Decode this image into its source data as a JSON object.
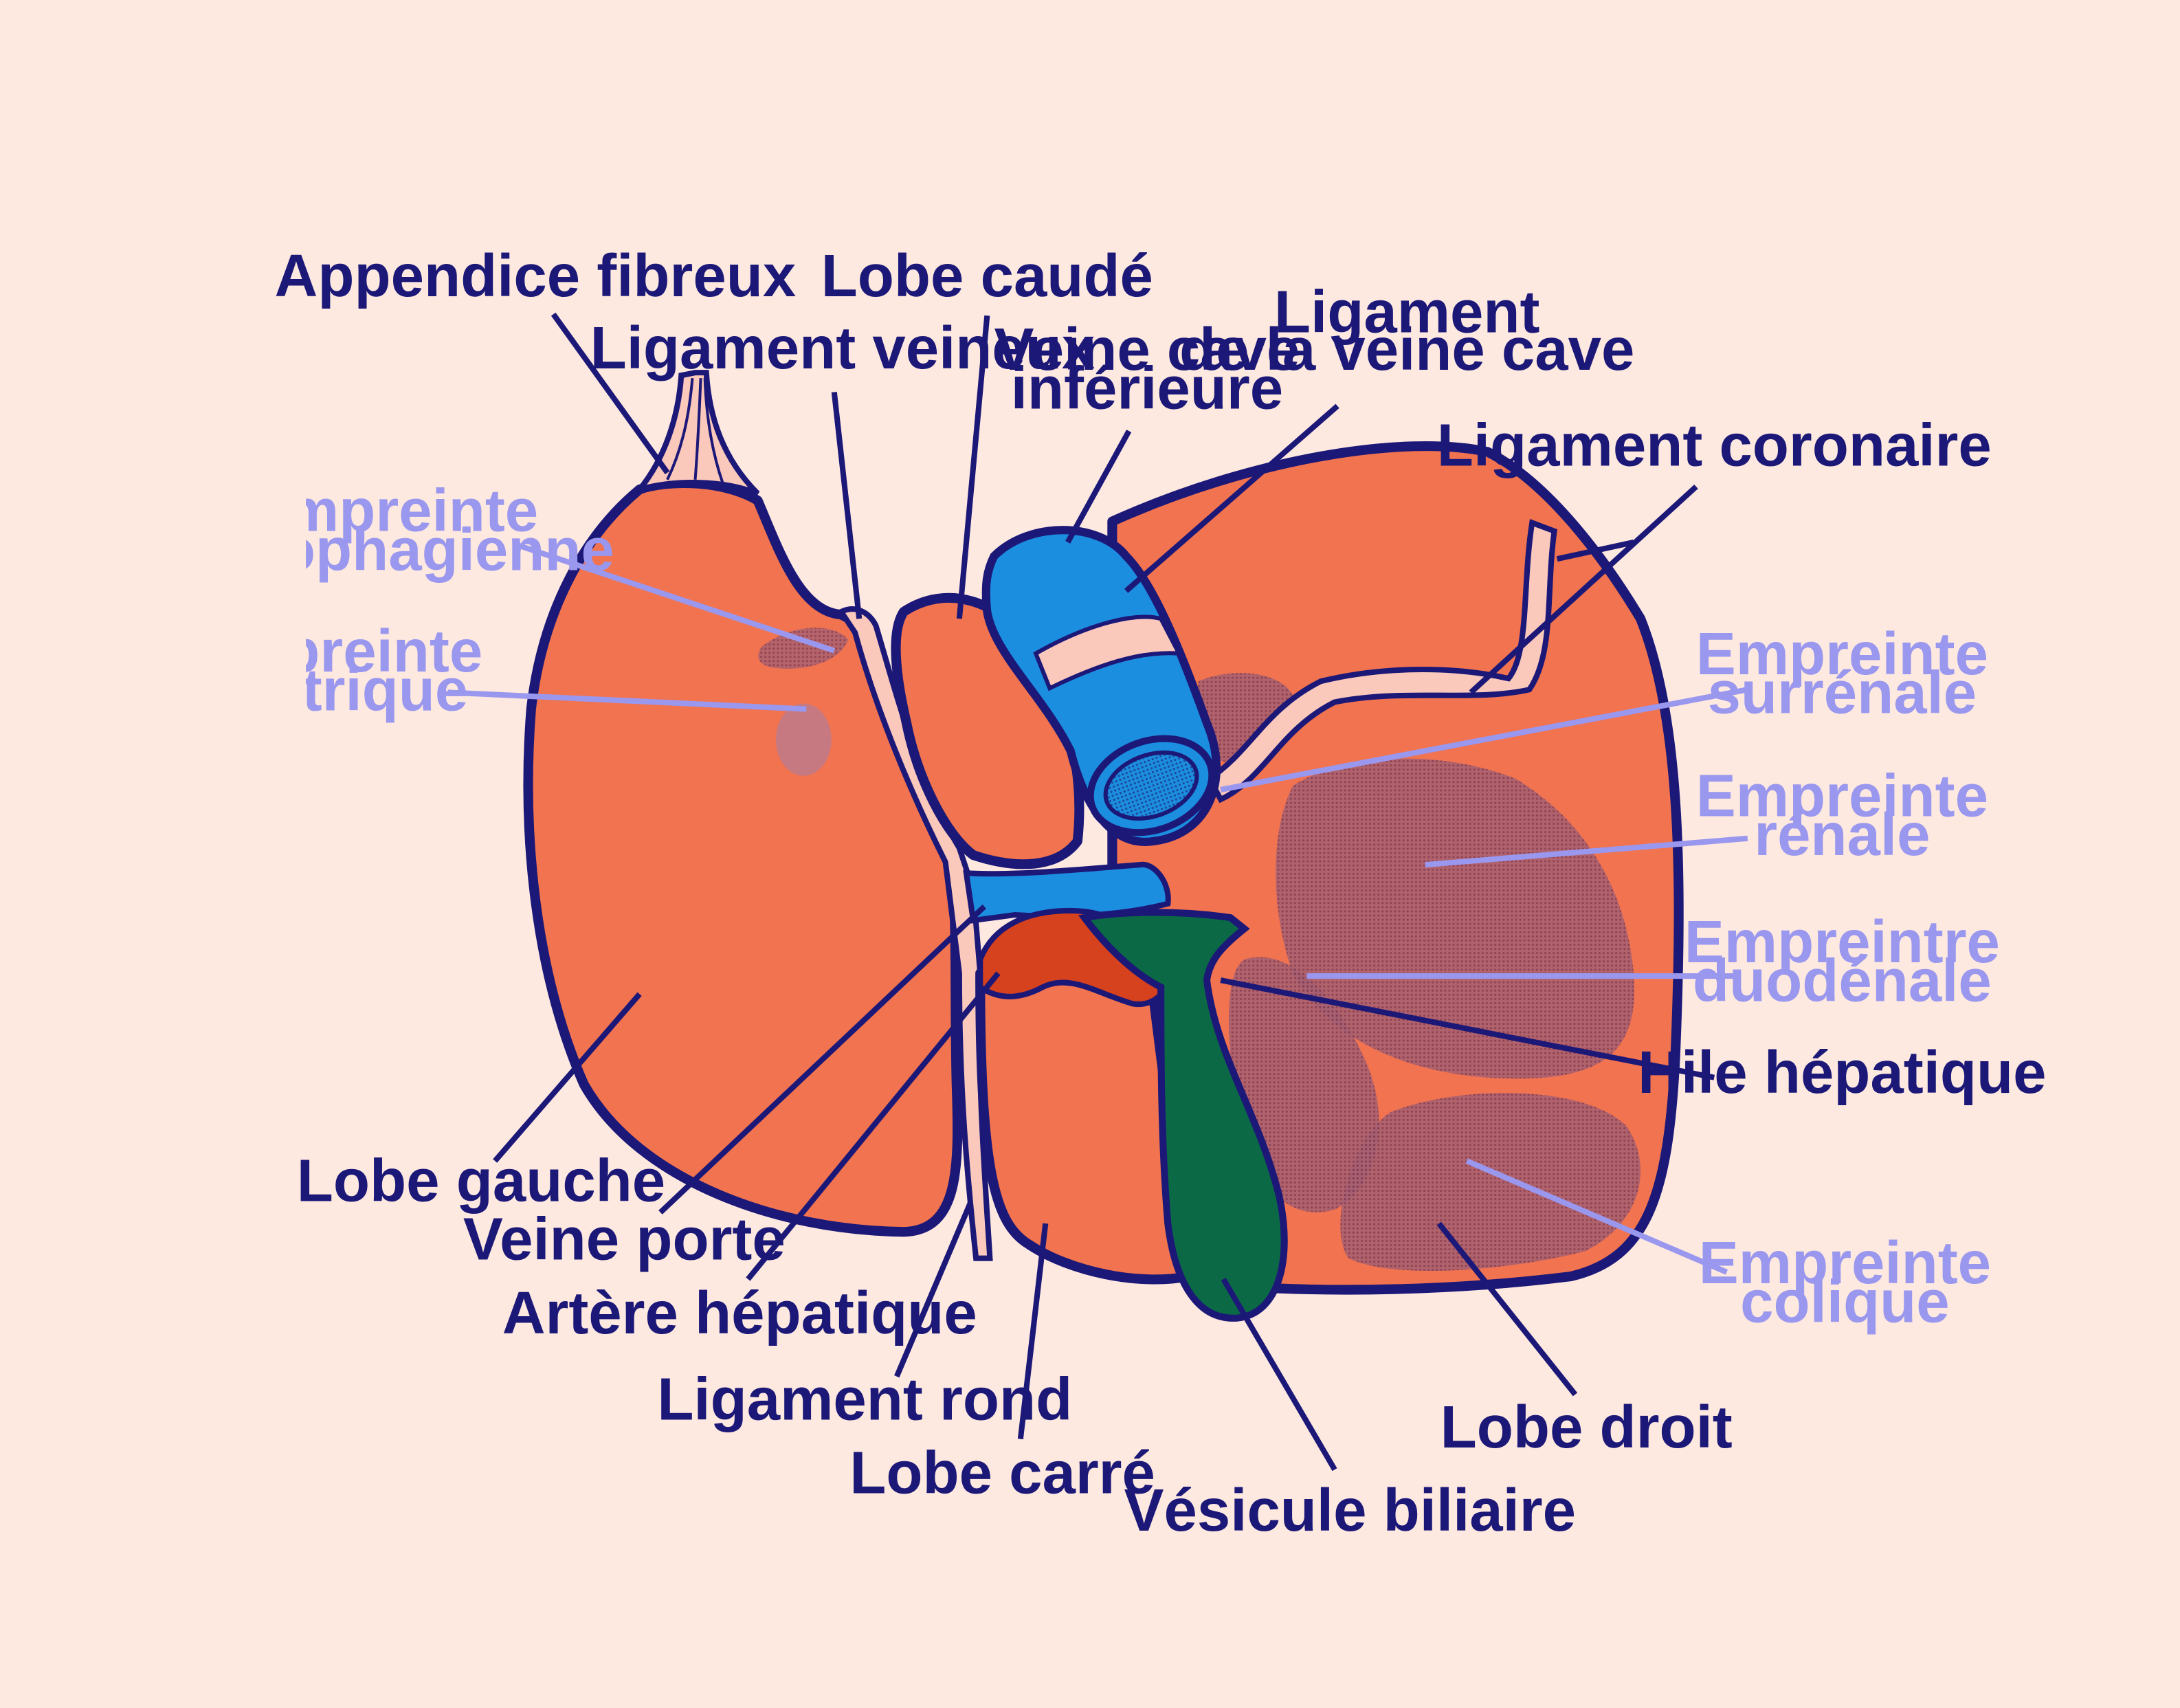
{
  "colors": {
    "background": "#fde9e0",
    "liver": "#f2734f",
    "outline": "#1c1878",
    "ligament": "#fbc9bb",
    "vein": "#1c8ee0",
    "artery": "#d6411e",
    "bile": "#0b6a45",
    "impression": "#9e5a6e",
    "label_dark": "#1c1878",
    "label_light": "#9a97ee"
  },
  "labels": {
    "appendice_fibreux": "Appendice fibreux",
    "lobe_caude": "Lobe caudé",
    "ligament_veineux": "Ligament veineux",
    "veine_cave_inf_1": "Veine cave",
    "veine_cave_inf_2": "inférieure",
    "lig_veine_cave_1": "Ligament",
    "lig_veine_cave_2": "de la veine cave",
    "ligament_coronaire": "Ligament coronaire",
    "empreinte_oeso_1": "Empreinte",
    "empreinte_oeso_2": "œsophagienne",
    "empreinte_gastrique_1": "Empreinte",
    "empreinte_gastrique_2": "gastrique",
    "empreinte_surrenale_1": "Empreinte",
    "empreinte_surrenale_2": "surrénale",
    "empreinte_renale_1": "Empreinte",
    "empreinte_renale_2": "rénale",
    "empreinte_duodenale_1": "Empreintre",
    "empreinte_duodenale_2": "duodénale",
    "hile_hepatique": "Hile hépatique",
    "lobe_gauche": "Lobe gauche",
    "veine_porte": "Veine porte",
    "artere_hepatique": "Artère hépatique",
    "ligament_rond": "Ligament rond",
    "lobe_carre": "Lobe carré",
    "vesicule_biliaire": "Vésicule biliaire",
    "lobe_droit": "Lobe droit",
    "empreinte_colique_1": "Empreinte",
    "empreinte_colique_2": "colique"
  }
}
